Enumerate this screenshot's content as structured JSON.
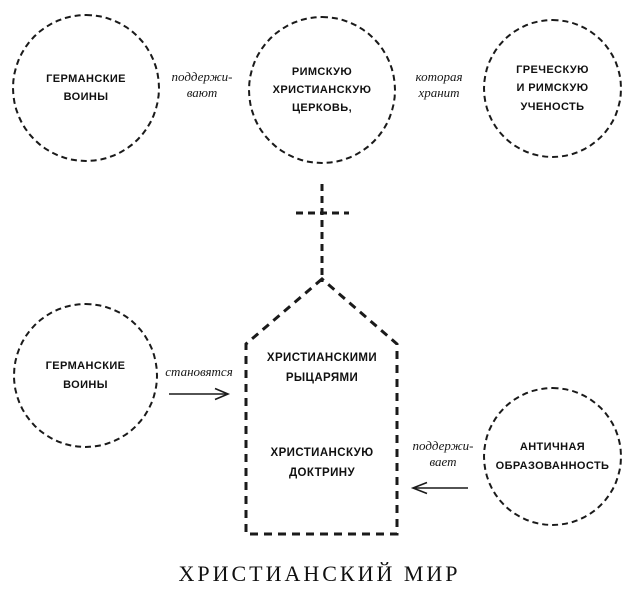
{
  "diagram": {
    "top": {
      "left_circle": "ГЕРМАНСКИЕ\nВОИНЫ",
      "left_label": "поддержи-\nвают",
      "center_circle": "РИМСКУЮ\nХРИСТИАНСКУЮ\nЦЕРКОВЬ,",
      "right_label": "которая\nхранит",
      "right_circle": "ГРЕЧЕСКУЮ\nИ РИМСКУЮ\nУЧЕНОСТЬ"
    },
    "bottom": {
      "left_circle": "ГЕРМАНСКИЕ\nВОИНЫ",
      "left_label": "становятся",
      "church_text_top": "ХРИСТИАНСКИМИ\nРЫЦАРЯМИ",
      "church_text_bottom": "ХРИСТИАНСКУЮ\nДОКТРИНУ",
      "right_label": "поддержи-\nвает",
      "right_circle": "АНТИЧНАЯ\nОБРАЗОВАННОСТЬ"
    },
    "caption": "ХРИСТИАНСКИЙ МИР",
    "colors": {
      "ink": "#1a1a1a",
      "background": "#ffffff"
    }
  }
}
